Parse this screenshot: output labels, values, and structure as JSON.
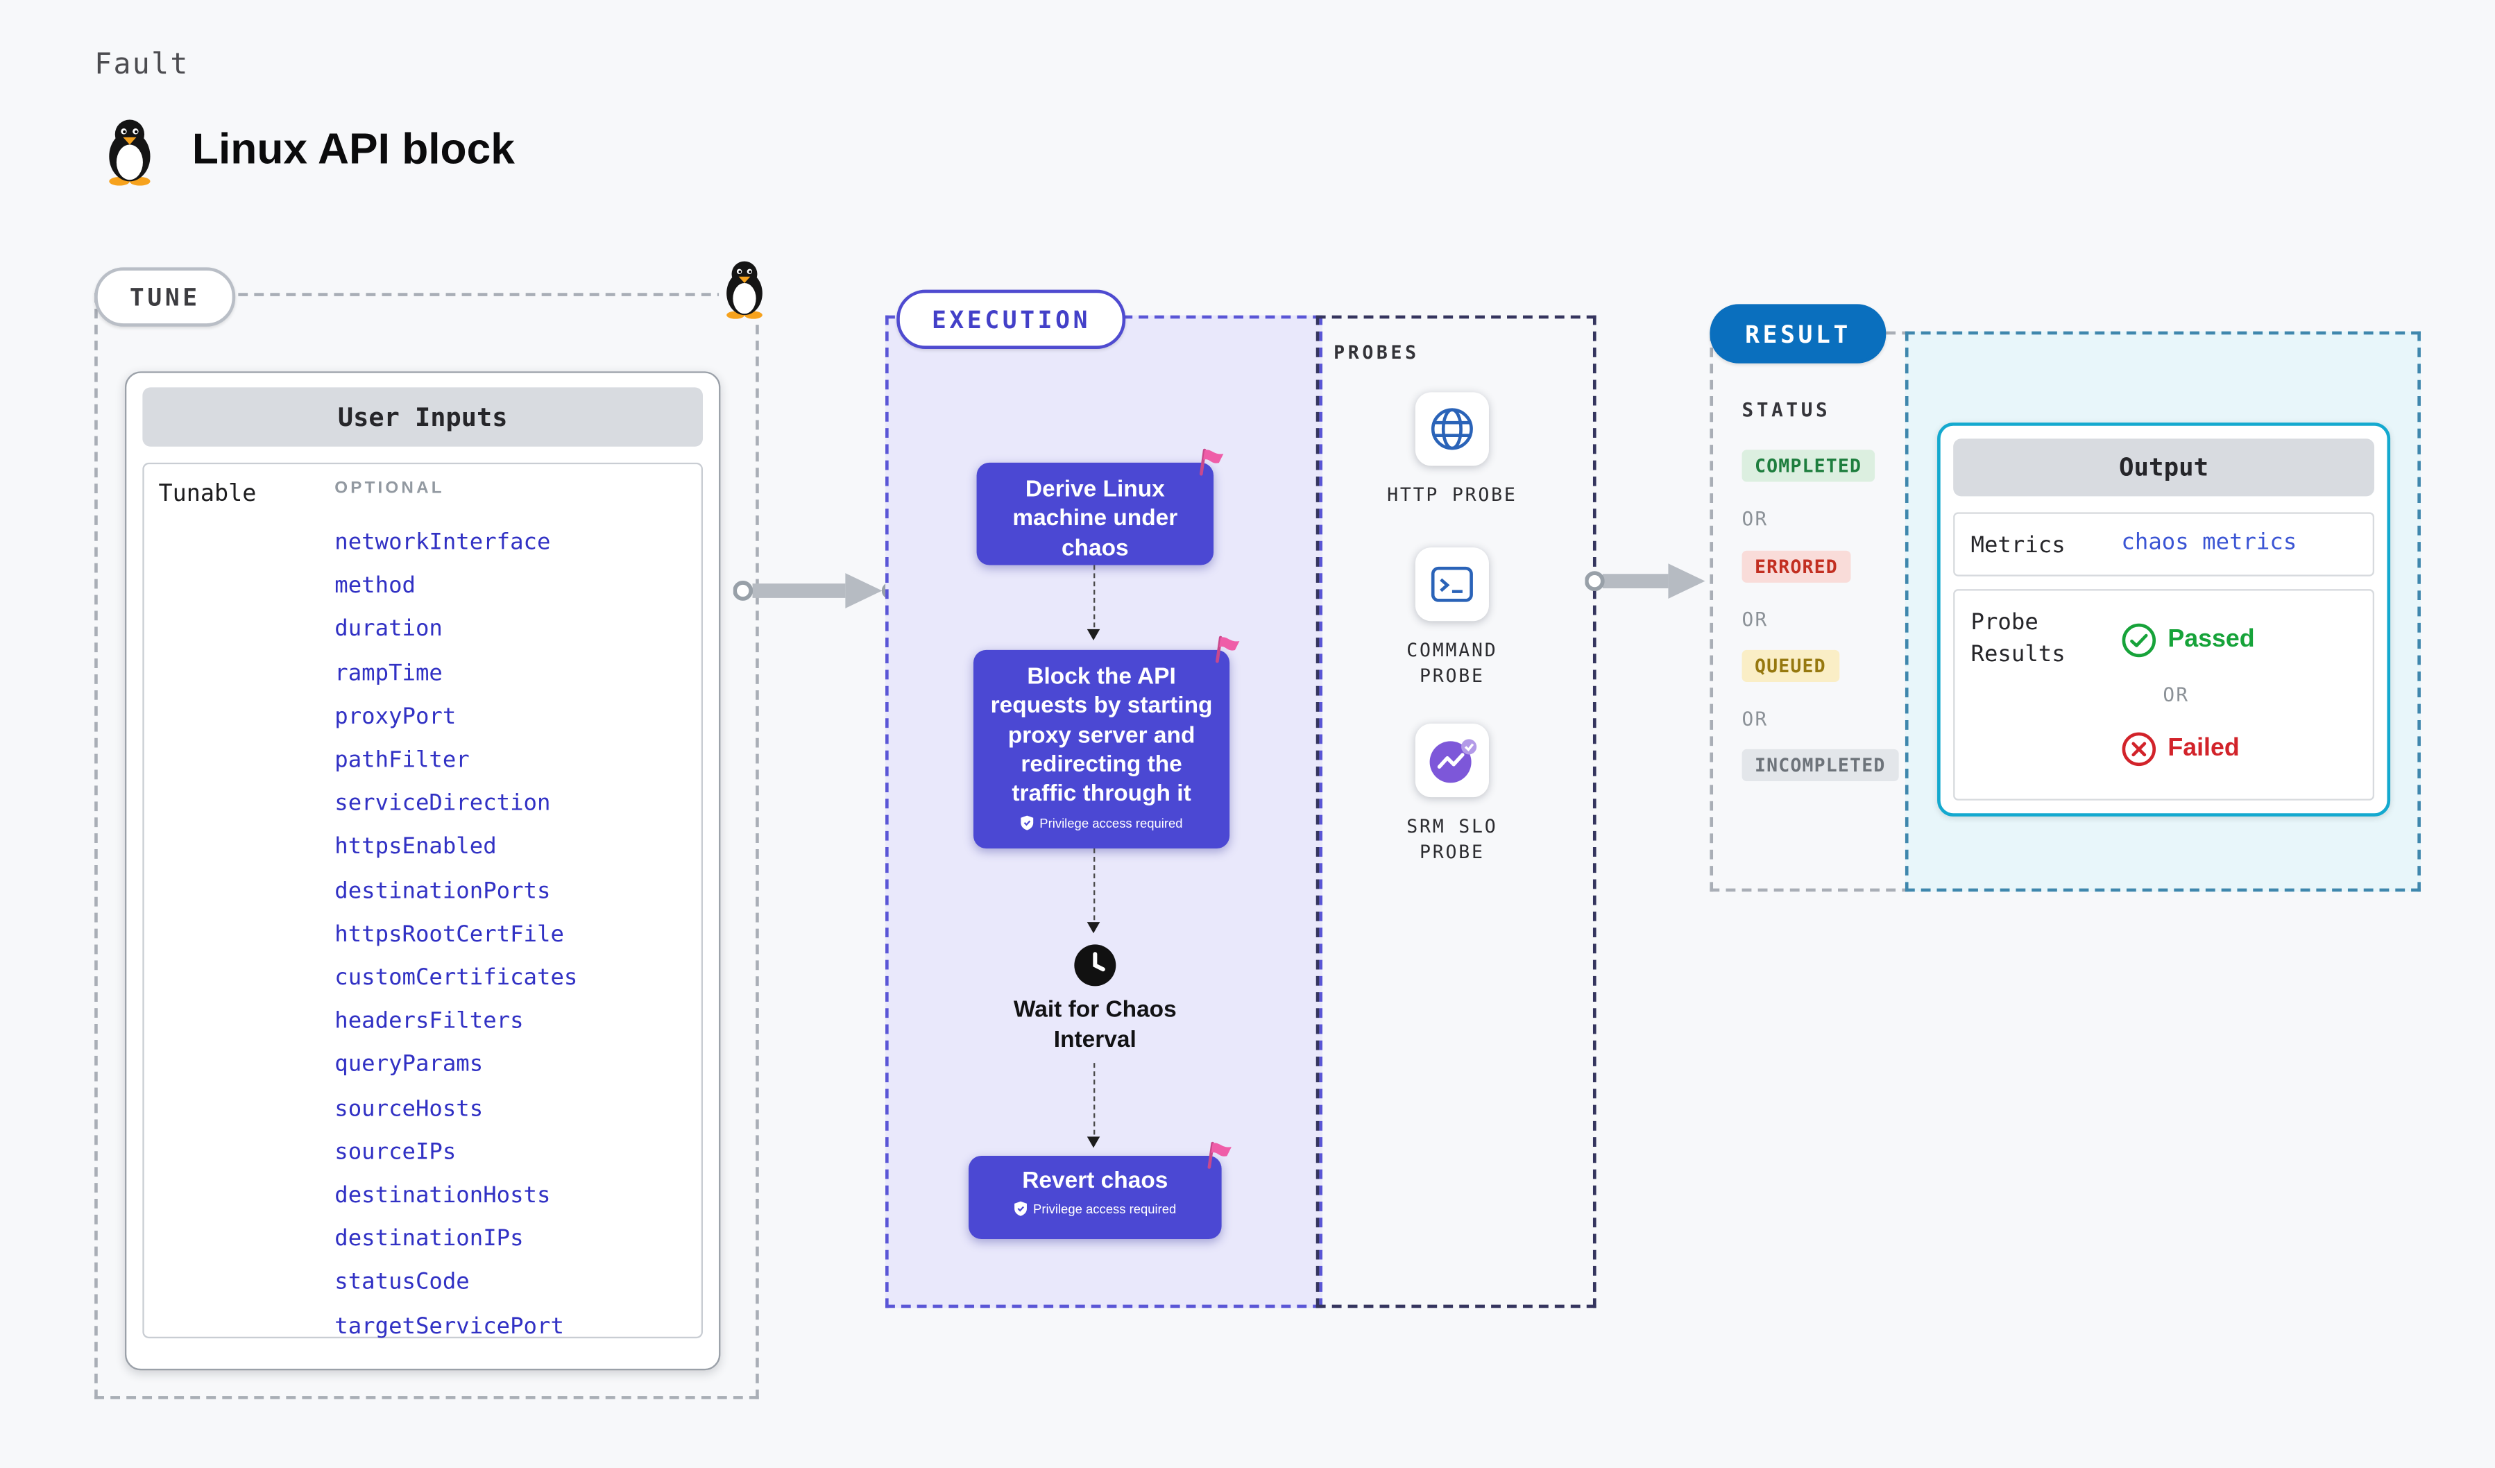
{
  "header": {
    "kicker": "Fault",
    "title": "Linux API block"
  },
  "tune": {
    "label": "TUNE",
    "panel_title": "User Inputs",
    "row_label": "Tunable",
    "row_tag": "OPTIONAL",
    "params": [
      "networkInterface",
      "method",
      "duration",
      "rampTime",
      "proxyPort",
      "pathFilter",
      "serviceDirection",
      "httpsEnabled",
      "destinationPorts",
      "httpsRootCertFile",
      "customCertificates",
      "headersFilters",
      "queryParams",
      "sourceHosts",
      "sourceIPs",
      "destinationHosts",
      "destinationIPs",
      "statusCode",
      "targetServicePort"
    ]
  },
  "execution": {
    "label": "EXECUTION",
    "steps": {
      "derive": "Derive Linux machine under chaos",
      "block": "Block the API requests by starting proxy server and redirecting the traffic through it",
      "wait": "Wait for Chaos Interval",
      "revert": "Revert chaos"
    },
    "privilege_note": "Privilege access required"
  },
  "probes": {
    "label": "PROBES",
    "items": [
      "HTTP PROBE",
      "COMMAND PROBE",
      "SRM SLO PROBE"
    ]
  },
  "result": {
    "label": "RESULT",
    "status": {
      "title": "STATUS",
      "separator": "OR",
      "badges": [
        "COMPLETED",
        "ERRORED",
        "QUEUED",
        "INCOMPLETED"
      ]
    },
    "output": {
      "title": "Output",
      "metrics_label": "Metrics",
      "metrics_value": "chaos metrics",
      "probe_results_label": "Probe Results",
      "passed_label": "Passed",
      "separator": "OR",
      "failed_label": "Failed"
    }
  },
  "icons": {
    "penguin": "tux-penguin",
    "flag": "pink-flag",
    "shield": "privilege-shield",
    "clock": "wait-clock",
    "globe": "http-probe-globe",
    "terminal": "command-probe-terminal",
    "srm": "srm-slo-gauge",
    "check": "passed-check-circle",
    "cross": "failed-x-circle"
  },
  "colors": {
    "page_bg": "#f7f8fa",
    "step_indigo": "#4b48d3",
    "execution_bg": "#e9e8fb",
    "result_blue": "#0a6fbe",
    "output_border": "#14a9cf",
    "param_blue": "#3131c4",
    "passed_green": "#17a33a",
    "failed_red": "#d2232a",
    "flag_pink": "#ef5da8"
  }
}
